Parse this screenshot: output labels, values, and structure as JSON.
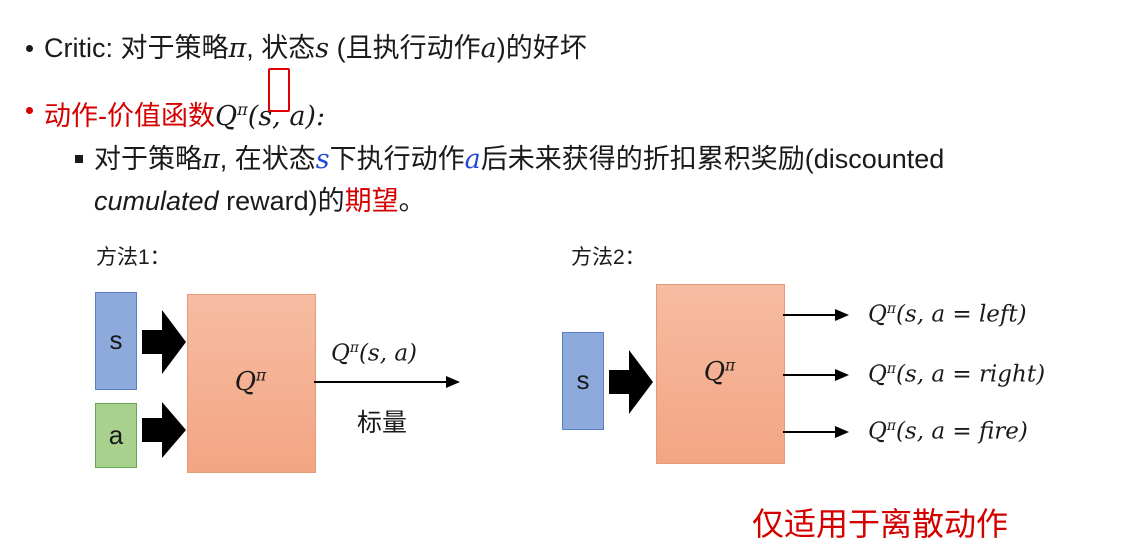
{
  "bullet1": {
    "prefix": "Critic: 对于策略",
    "pi": "π",
    "mid": ", 状态",
    "s": "s",
    "paren": " (且执行动作",
    "a": "a",
    "suffix": ")的好坏"
  },
  "bullet2": {
    "label": "动作-价值函数",
    "q": "Q",
    "pi": "π",
    "args": "(s, a):"
  },
  "sub_bullet": {
    "line1_prefix": "对于策略",
    "pi": "π",
    "line1_mid": ", 在状态",
    "s": "s",
    "line1_mid2": "下执行动作",
    "a": "a",
    "line1_suffix": "后未来获得的折扣累积奖励(discounted",
    "line2_italic": "cumulated",
    "line2_mid": " reward)的",
    "line2_emph": "期望",
    "line2_end": "。"
  },
  "method1": {
    "title": "方法1：",
    "input_s": "s",
    "input_a": "a",
    "box_q": "Q",
    "box_pi": "π",
    "output_q": "Q",
    "output_pi": "π",
    "output_args": "(s, a)",
    "output_note": "标量"
  },
  "method2": {
    "title": "方法2：",
    "input_s": "s",
    "box_q": "Q",
    "box_pi": "π",
    "outputs": [
      {
        "q": "Q",
        "pi": "π",
        "args": "(s, a = left)"
      },
      {
        "q": "Q",
        "pi": "π",
        "args": "(s, a = right)"
      },
      {
        "q": "Q",
        "pi": "π",
        "args": "(s, a = fire)"
      }
    ]
  },
  "note": "仅适用于离散动作",
  "colors": {
    "red": "#d40000",
    "blue_box": "#8ea9db",
    "green_box": "#a9d18e",
    "orange_box": "#f4b093",
    "blue_text": "#1f49d6"
  }
}
